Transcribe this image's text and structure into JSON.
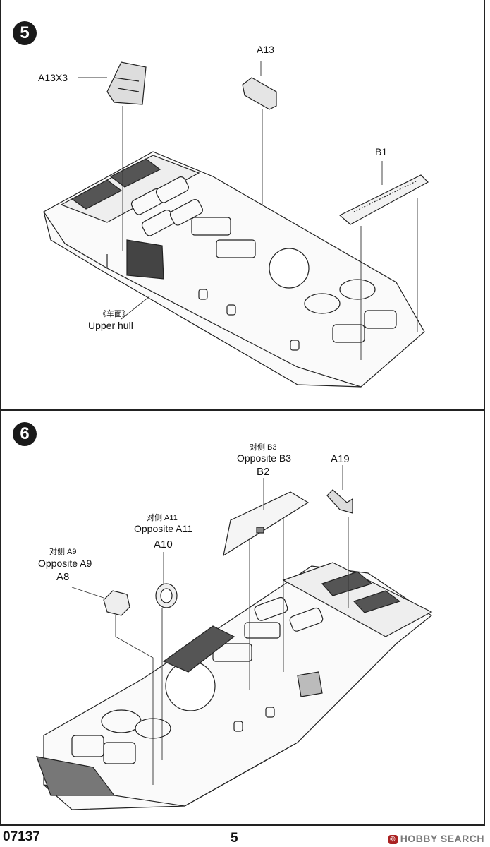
{
  "steps": [
    {
      "number": "5",
      "labels": {
        "a13x3": "A13X3",
        "a13": "A13",
        "b1": "B1",
        "upper_hull_cn": "《车面》",
        "upper_hull_en": "Upper hull"
      }
    },
    {
      "number": "6",
      "labels": {
        "b3_cn": "对侧 B3",
        "b3_en": "Opposite B3",
        "b2": "B2",
        "a19": "A19",
        "a11_cn": "对侧 A11",
        "a11_en": "Opposite A11",
        "a10": "A10",
        "a9_cn": "对侧 A9",
        "a9_en": "Opposite A9",
        "a8": "A8"
      }
    }
  ],
  "footer": {
    "product_code": "07137",
    "page_number": "5",
    "watermark": "HOBBY SEARCH"
  }
}
